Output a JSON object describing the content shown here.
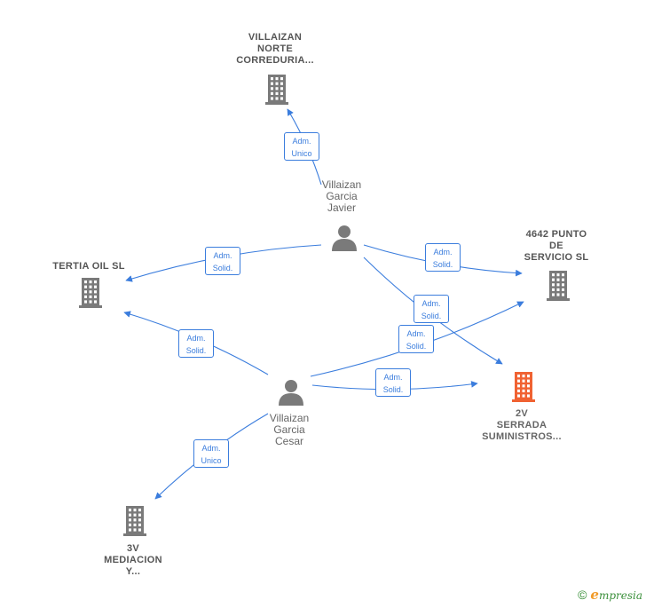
{
  "colors": {
    "edge": "#3b7ddd",
    "node": "#7a7a7a",
    "highlight": "#f06232",
    "label_text": "#666666"
  },
  "nodes": [
    {
      "id": "villaizan_norte",
      "type": "company",
      "label": "VILLAIZAN\nNORTE\nCORREDURIA..."
    },
    {
      "id": "tertia_oil",
      "type": "company",
      "label": "TERTIA OIL  SL"
    },
    {
      "id": "punto_servicio",
      "type": "company",
      "label": "4642 PUNTO\nDE\nSERVICIO  SL"
    },
    {
      "id": "serrada",
      "type": "company",
      "highlight": true,
      "label": "2V\nSERRADA\nSUMINISTROS..."
    },
    {
      "id": "mediacion",
      "type": "company",
      "label": "3V\nMEDIACION\nY..."
    },
    {
      "id": "javier",
      "type": "person",
      "label": "Villaizan\nGarcia\nJavier"
    },
    {
      "id": "cesar",
      "type": "person",
      "label": "Villaizan\nGarcia\nCesar"
    }
  ],
  "edges": [
    {
      "from": "javier",
      "to": "villaizan_norte",
      "label": "Adm.\nUnico"
    },
    {
      "from": "javier",
      "to": "tertia_oil",
      "label": "Adm.\nSolid."
    },
    {
      "from": "javier",
      "to": "punto_servicio",
      "label": "Adm.\nSolid."
    },
    {
      "from": "javier",
      "to": "serrada",
      "label": "Adm.\nSolid."
    },
    {
      "from": "cesar",
      "to": "tertia_oil",
      "label": "Adm.\nSolid."
    },
    {
      "from": "cesar",
      "to": "punto_servicio",
      "label": "Adm.\nSolid."
    },
    {
      "from": "cesar",
      "to": "serrada",
      "label": "Adm.\nSolid."
    },
    {
      "from": "cesar",
      "to": "mediacion",
      "label": "Adm.\nUnico"
    }
  ],
  "footer": {
    "copyright": "©",
    "brand_initial": "e",
    "brand_rest": "mpresia"
  }
}
